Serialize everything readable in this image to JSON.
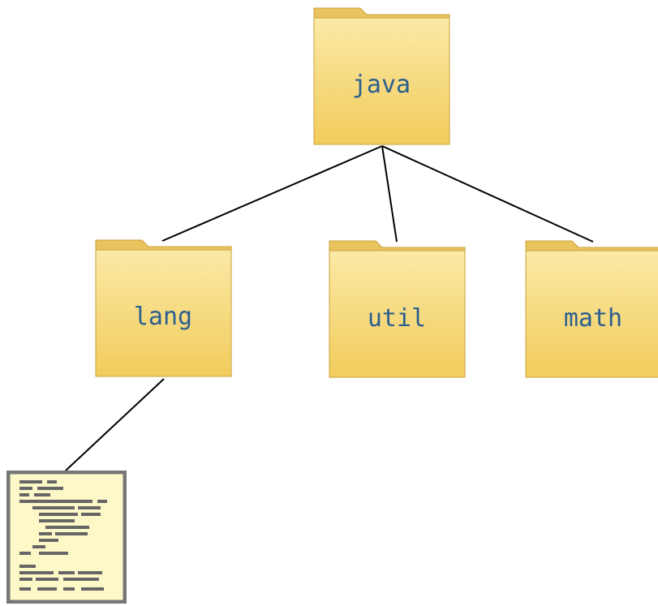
{
  "diagram": {
    "nodes": [
      {
        "id": "java",
        "label": "java",
        "kind": "folder-icon"
      },
      {
        "id": "lang",
        "label": "lang",
        "kind": "folder-icon"
      },
      {
        "id": "util",
        "label": "util",
        "kind": "folder-icon"
      },
      {
        "id": "math",
        "label": "math",
        "kind": "folder-icon"
      },
      {
        "id": "file",
        "label": "",
        "kind": "document-icon"
      }
    ],
    "edges": [
      {
        "from": "java",
        "to": "lang"
      },
      {
        "from": "java",
        "to": "util"
      },
      {
        "from": "java",
        "to": "math"
      },
      {
        "from": "lang",
        "to": "file"
      }
    ]
  },
  "colors": {
    "folder_fill": "#f7d97a",
    "folder_edge": "#c9a13a",
    "label_text": "#2b5f8e",
    "edge_line": "#000000",
    "document_paper": "#fdf8c8",
    "document_border": "#777777"
  }
}
